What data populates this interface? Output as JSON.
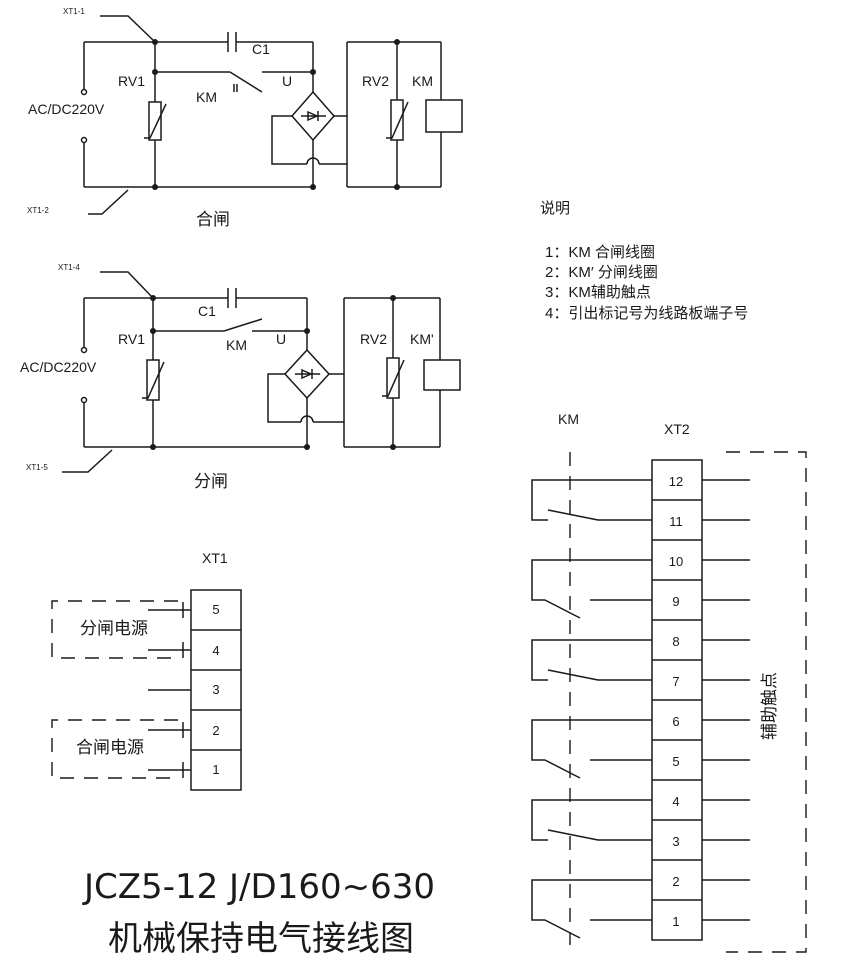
{
  "upper_circuit": {
    "xt_top": "XT1-1",
    "xt_bottom": "XT1-2",
    "rv1": "RV1",
    "c1": "C1",
    "km": "KM",
    "u": "U",
    "rv2": "RV2",
    "coil": "KM",
    "supply": "AC/DC220V",
    "caption": "合闸"
  },
  "lower_circuit": {
    "xt_top": "XT1-4",
    "xt_bottom": "XT1-5",
    "rv1": "RV1",
    "c1": "C1",
    "km": "KM",
    "u": "U",
    "rv2": "RV2",
    "coil": "KM'",
    "supply": "AC/DC220V",
    "caption": "分闸"
  },
  "notes": {
    "title": "说明",
    "items": [
      "1：KM 合闸线圈",
      "2：KM′ 分闸线圈",
      "3：KM辅助触点",
      "4：引出标记号为线路板端子号"
    ]
  },
  "xt1": {
    "title": "XT1",
    "terminals": [
      "5",
      "4",
      "3",
      "2",
      "1"
    ],
    "group_open_label": "分闸电源",
    "group_close_label": "合闸电源"
  },
  "xt2": {
    "title": "XT2",
    "km_label": "KM",
    "terminals": [
      "12",
      "11",
      "10",
      "9",
      "8",
      "7",
      "6",
      "5",
      "4",
      "3",
      "2",
      "1"
    ],
    "aux_label": "辅助触点"
  },
  "footer": {
    "model": "JCZ5-12 J/D160~630",
    "subtitle": "机械保持电气接线图"
  }
}
